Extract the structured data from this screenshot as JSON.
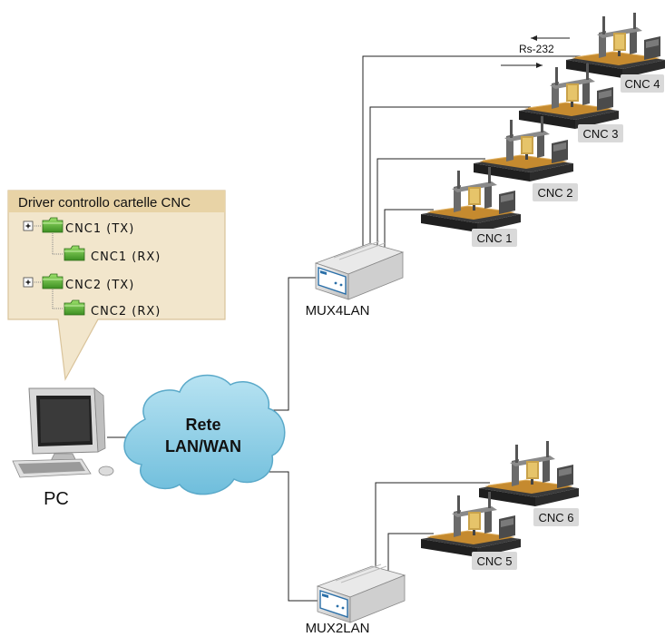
{
  "callout": {
    "title": "Driver controllo cartelle CNC",
    "tree": [
      {
        "label": "CNC1 (TX)",
        "child": "CNC1 (RX)"
      },
      {
        "label": "CNC2 (TX)",
        "child": "CNC2 (RX)"
      }
    ]
  },
  "pc": {
    "label": "PC"
  },
  "cloud": {
    "line1": "Rete",
    "line2": "LAN/WAN"
  },
  "mux4": {
    "label": "MUX4LAN"
  },
  "mux2": {
    "label": "MUX2LAN"
  },
  "rs232": {
    "label": "Rs-232"
  },
  "machines": {
    "cnc1": "CNC 1",
    "cnc2": "CNC 2",
    "cnc3": "CNC 3",
    "cnc4": "CNC 4",
    "cnc5": "CNC 5",
    "cnc6": "CNC 6"
  },
  "colors": {
    "callout_fill": "#f2e6cc",
    "callout_stroke": "#d9c39a",
    "callout_title_fill": "#e8d3a6",
    "folder_green": "#5fb83a",
    "cloud_fill": "#8ecfe6",
    "cloud_stroke": "#5aa9c9",
    "label_chip": "#d9d9d9",
    "line": "#222222"
  }
}
